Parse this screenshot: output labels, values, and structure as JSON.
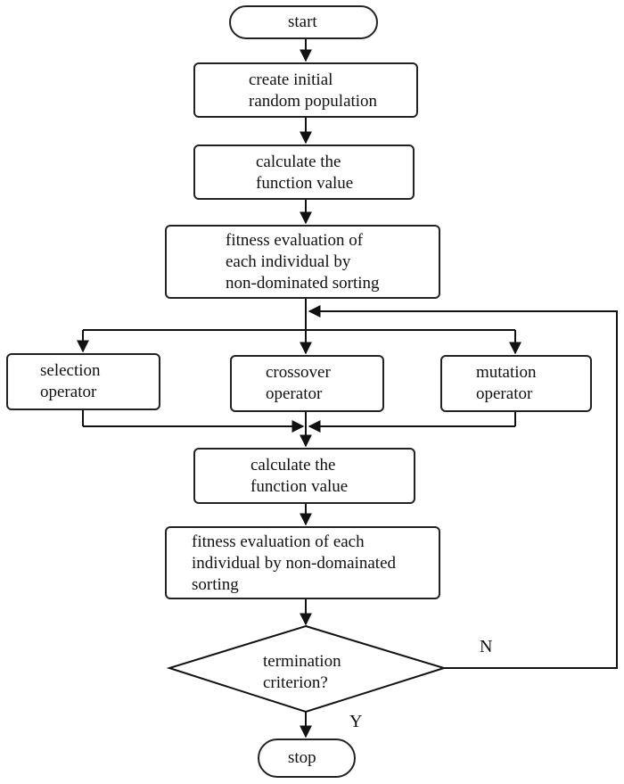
{
  "nodes": {
    "start": "start",
    "init": "create initial\nrandom population",
    "calc1": "calculate the\nfunction value",
    "fitness1": "fitness evaluation of\neach individual by\nnon-dominated sorting",
    "selection": "selection\noperator",
    "crossover": "crossover\noperator",
    "mutation": "mutation\noperator",
    "calc2": "calculate the\nfunction value",
    "fitness2": "fitness evaluation of each\nindividual by non-domainated\nsorting",
    "decision": "termination\ncriterion?",
    "stop": "stop"
  },
  "edge_labels": {
    "no": "N",
    "yes": "Y"
  }
}
